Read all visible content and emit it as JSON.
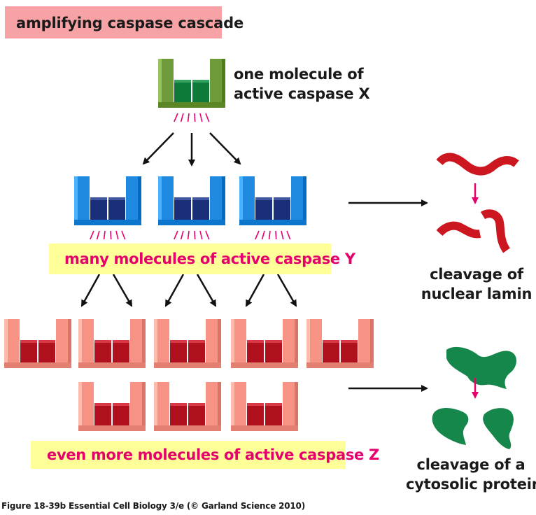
{
  "title": "amplifying caspase cascade",
  "caspase_x": {
    "label_line1": "one molecule of",
    "label_line2": "active caspase X",
    "count": 1
  },
  "caspase_y": {
    "label": "many molecules of active caspase Y",
    "count": 3
  },
  "caspase_z": {
    "label": "even more molecules of active caspase Z",
    "count": 8
  },
  "lamin": {
    "label_line1": "cleavage of",
    "label_line2": "nuclear lamin"
  },
  "cytosolic": {
    "label_line1": "cleavage of a",
    "label_line2": "cytosolic protein"
  },
  "caption": "Figure 18-39b  Essential Cell Biology 3/e (© Garland Science 2010)",
  "colors": {
    "title_bg": "#f7a3a6",
    "highlight_bg": "#ffff99",
    "accent_pink": "#e5006e",
    "caspase_x_outer": "#6f9a3a",
    "caspase_x_inner": "#0d7a3a",
    "caspase_y_outer": "#1f8ae0",
    "caspase_y_inner": "#1a2f7a",
    "caspase_z_outer": "#f79384",
    "caspase_z_inner": "#b0101e",
    "lamin": "#cc1620",
    "cyto_protein": "#16874a"
  }
}
